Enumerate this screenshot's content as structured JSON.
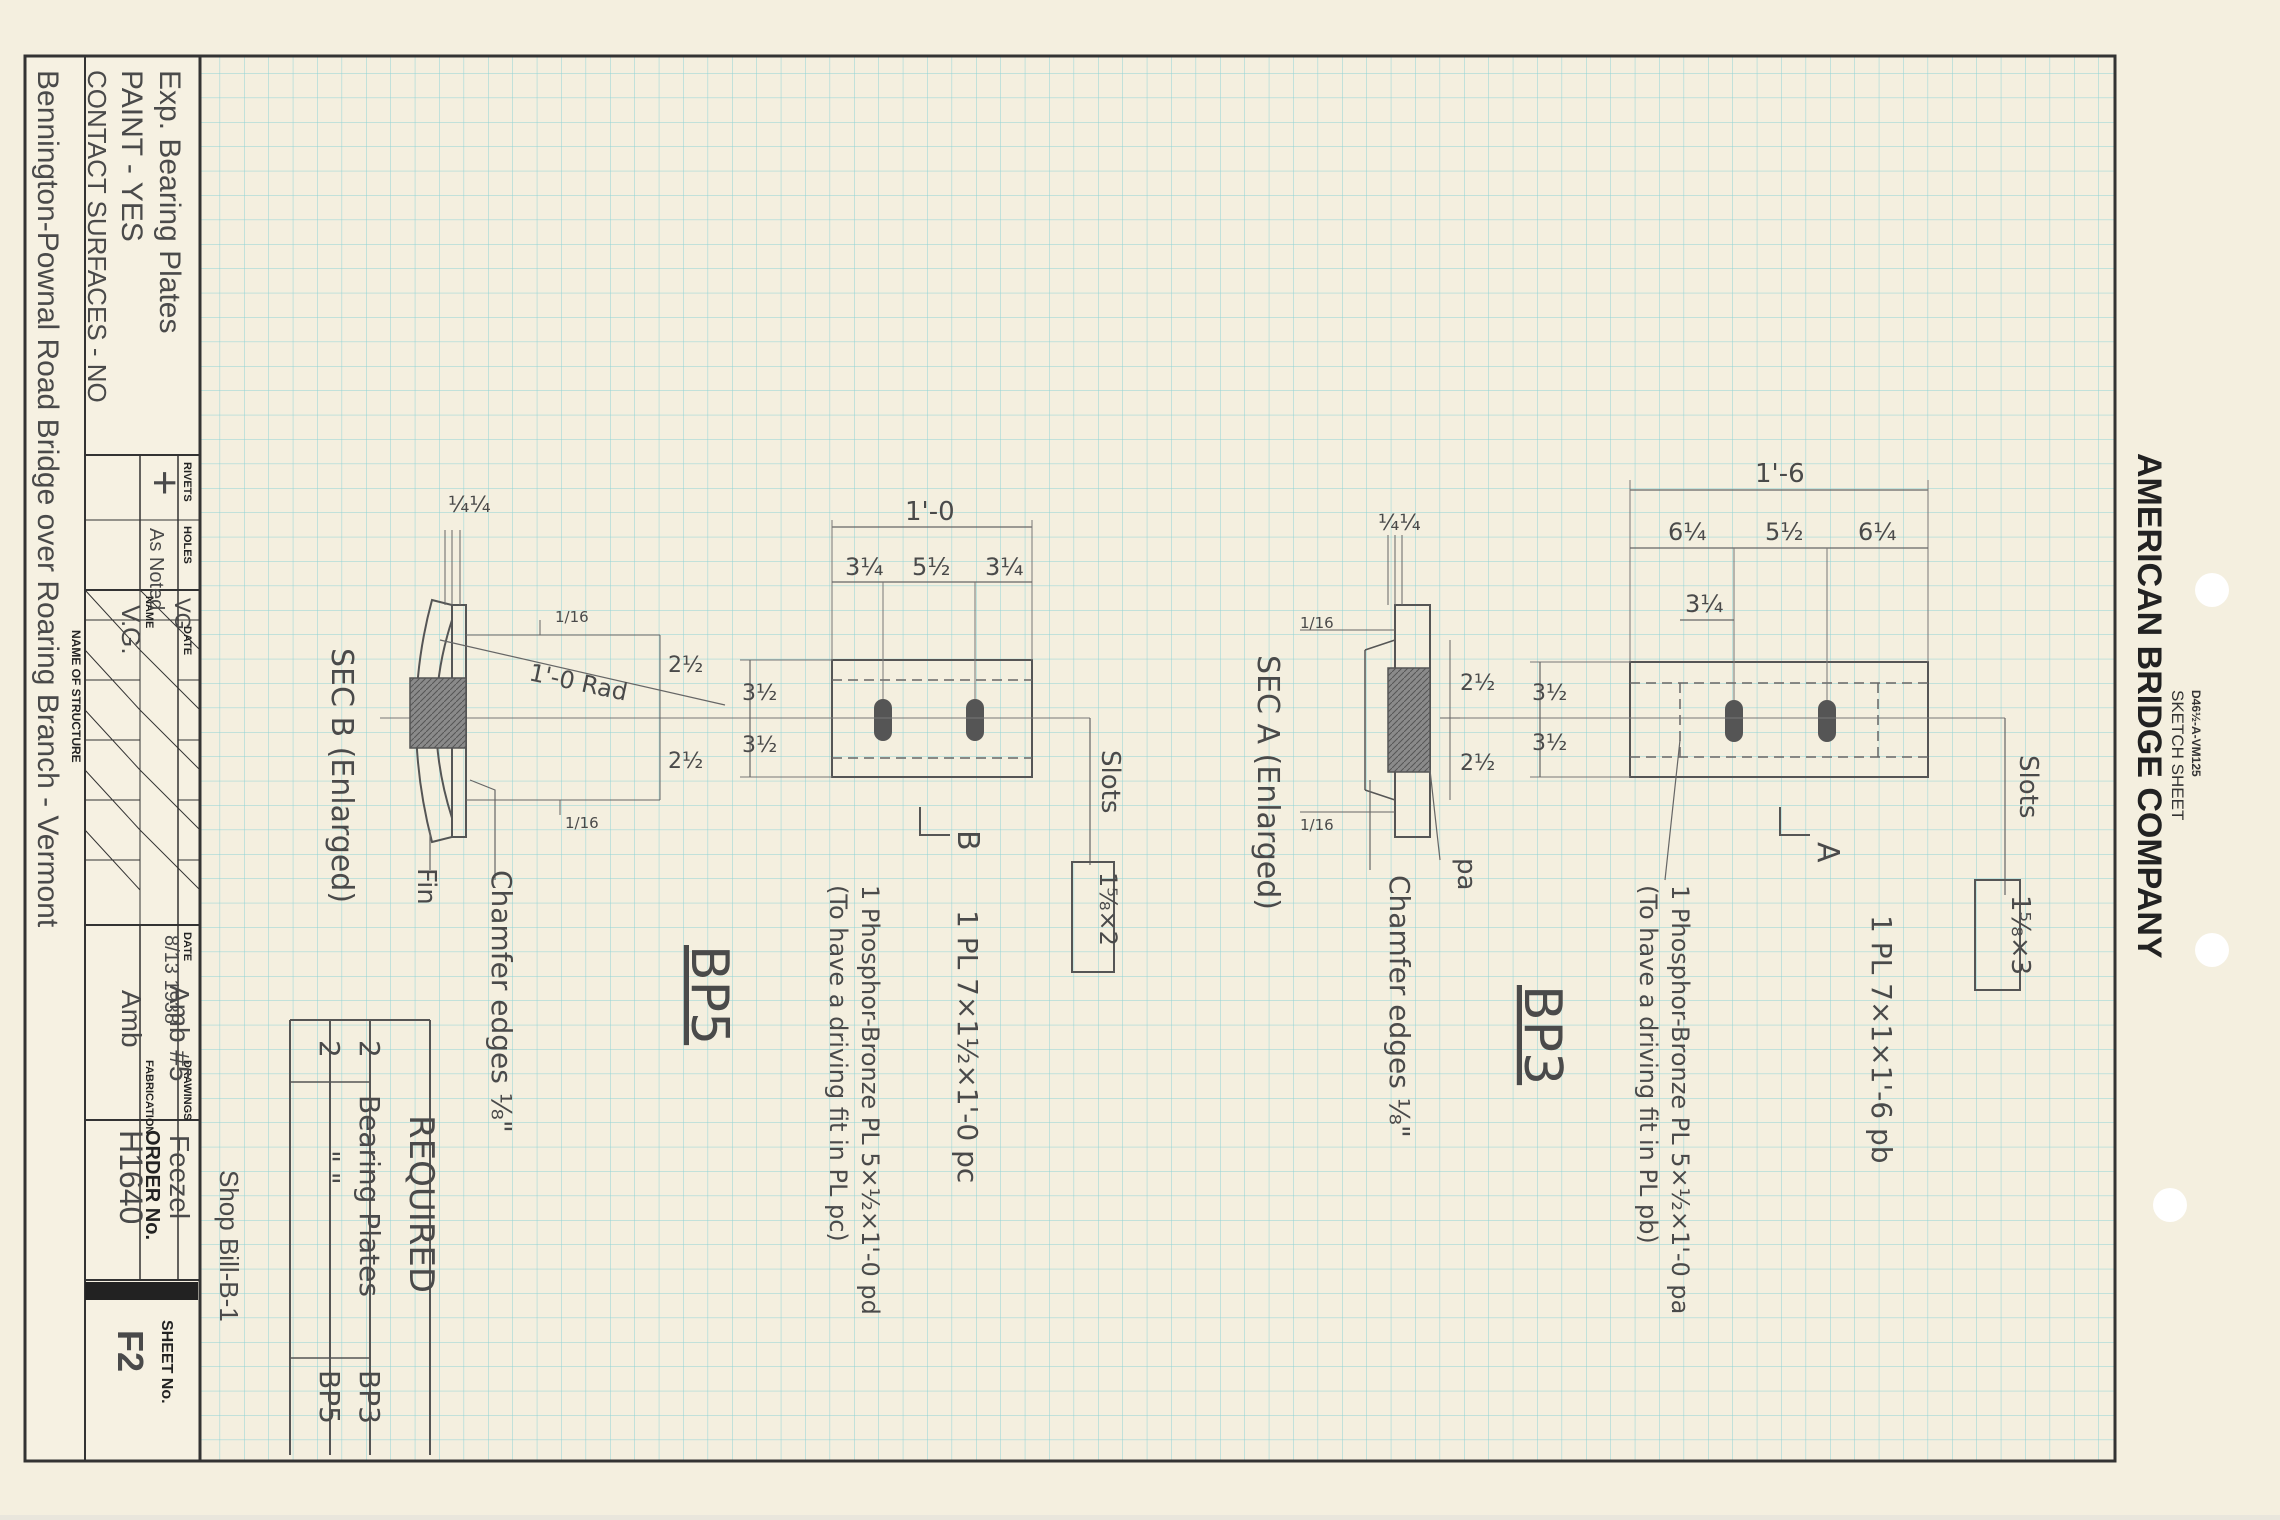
{
  "header": {
    "form_no": "D46½-A-VM125",
    "sheet_type": "SKETCH SHEET",
    "company": "AMERICAN BRIDGE COMPANY"
  },
  "title_block": {
    "description_lines": [
      "Exp. Bearing Plates",
      "PAINT - YES",
      "CONTACT SURFACES - NO"
    ],
    "structure_value": "Bennington-Pownal Road Bridge over Roaring Branch - Vermont",
    "labels": {
      "rivets": "RIVETS",
      "holes": "HOLES",
      "name": "NAME",
      "date": "DATE",
      "drawings": "DRAWINGS",
      "fabrication": "FABRICATION",
      "order_no": "ORDER No.",
      "sheet_no": "SHEET No.",
      "name_of_structure": "NAME OF STRUCTURE"
    },
    "rivets_value": "+",
    "holes_value": "As Noted",
    "initials": [
      "VG",
      "V.G."
    ],
    "date_value": "8/13 1938",
    "drawings_value": "Amb #5",
    "drawings_by": "Feezel",
    "fabrication_value": "Amb",
    "order_no_value": "H1640",
    "sheet_no_value": "F2",
    "shop_ref": "Shop Bill-B-1"
  },
  "required_table": {
    "title": "REQUIRED",
    "rows": [
      {
        "qty": "2",
        "desc": "Bearing Plates",
        "mark": "BP3"
      },
      {
        "qty": "2",
        "desc": "\"        \"",
        "mark": "BP5"
      }
    ]
  },
  "bp3": {
    "mark": "BP3",
    "plate": "1 PL 7×1×1'-6 pb",
    "slots_label": "Slots",
    "slots_size": "1⅝×3",
    "dims": {
      "overall": "1'-6",
      "left": "6¼",
      "center": "5½",
      "right": "6¼",
      "offset": "3¼",
      "h1": "3½",
      "h2": "3½"
    },
    "section_ref": "A",
    "bronze_note_1": "1 Phosphor-Bronze PL 5×½×1'-0 pa",
    "bronze_note_2": "(To have a driving fit in PL pb)",
    "section_title": "SEC A (Enlarged)",
    "sec_dims": {
      "top": "¼¼",
      "chamfer": "1/16",
      "d1": "2½",
      "d2": "2½"
    },
    "pa_label": "pa",
    "chamfer_note": "Chamfer edges ⅛\""
  },
  "bp5": {
    "mark": "BP5",
    "plate": "1 PL 7×1½×1'-0 pc",
    "slots_label": "Slots",
    "slots_size": "1⅝×2",
    "dims": {
      "overall": "1'-0",
      "left": "3¼",
      "center": "5½",
      "right": "3¼",
      "h1": "3½",
      "h2": "3½"
    },
    "section_ref": "B",
    "bronze_note_1": "1 Phosphor-Bronze PL 5×½×1'-0 pd",
    "bronze_note_2": "(To have a driving fit in PL pc)",
    "section_title": "SEC B (Enlarged)",
    "sec_dims": {
      "top": "¼¼",
      "chamfer": "1/16",
      "radius": "1'-0 Rad",
      "d1": "2½",
      "d2": "2½"
    },
    "fin_label": "Fin",
    "chamfer_note": "Chamfer edges ⅛\""
  },
  "colors": {
    "grid": "#8fd3d6",
    "paper": "#f4efdf",
    "ink": "#555555",
    "border": "#333333"
  }
}
